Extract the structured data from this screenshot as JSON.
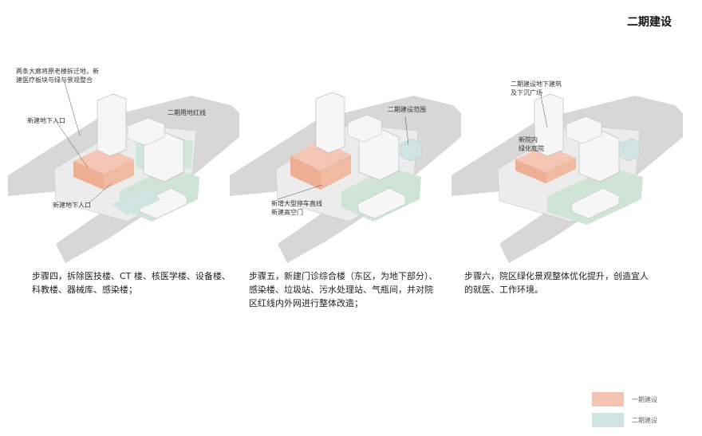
{
  "page": {
    "title": "二期建设"
  },
  "colors": {
    "road": "#d7d7d7",
    "site": "#ececec",
    "building": "#f6f6f6",
    "new_building": "#f0b9a1",
    "green": "#cfe3d7",
    "accent_pink": "#f2c4b1",
    "accent_blue": "#cfe3e3"
  },
  "panels": [
    {
      "callouts": [
        "两条大廊将原老楼拆迁地，新\n建医疗板块与绿与景观整合",
        "新建地下入口",
        "二期用地红线",
        "新建地下人口"
      ],
      "caption": "步骤四，拆除医技楼、CT 楼、核医学楼、设备楼、\n科教楼、器械库、感染楼；"
    },
    {
      "callouts": [
        "二期建设范围",
        "新增大型停车直线\n新建高空门"
      ],
      "caption": "步骤五，新建门诊综合楼（东区，为地下部分）、\n感染楼、垃圾站、污水处理站、气瓶间，并对院\n区红线内外网进行整体改造；"
    },
    {
      "callouts": [
        "二期建设地下建筑\n及下沉广场",
        "新院内\n绿化庭院"
      ],
      "caption": "步骤六，院区绿化景观整体优化提升，创造宜人\n的就医、工作环境。"
    }
  ],
  "legend": [
    {
      "label": "一期建设",
      "color": "#f2c4b1"
    },
    {
      "label": "二期建设",
      "color": "#cfe3e3"
    }
  ]
}
